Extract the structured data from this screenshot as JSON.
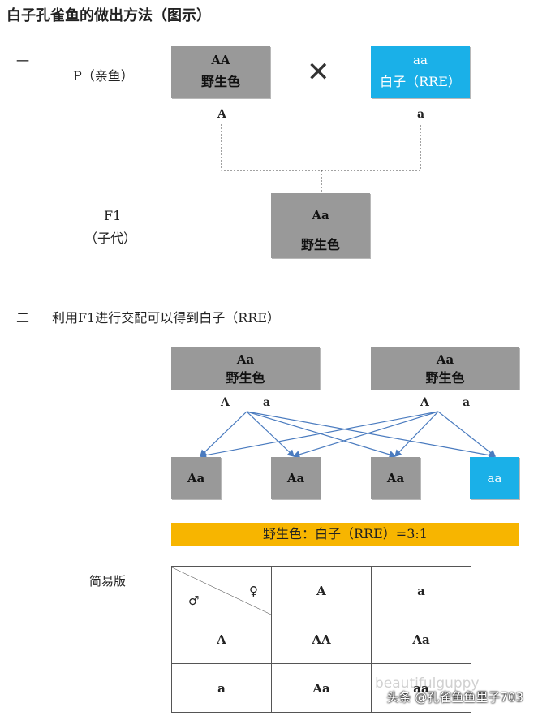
{
  "title": "白子孔雀鱼的做出方法（图示）",
  "section1": {
    "number": "一",
    "parent_label": "P（亲鱼）",
    "parent_left": {
      "genotype": "AA",
      "phenotype": "野生色"
    },
    "cross_symbol": "✕",
    "parent_right": {
      "genotype": "aa",
      "phenotype": "白子（RRE）"
    },
    "gamete_left": "A",
    "gamete_right": "a",
    "f1_label_line1": "F1",
    "f1_label_line2": "（子代）",
    "f1": {
      "genotype": "Aa",
      "phenotype": "野生色"
    }
  },
  "section2": {
    "number": "二",
    "heading": "利用F1进行交配可以得到白子（RRE）",
    "parent_left": {
      "genotype": "Aa",
      "phenotype": "野生色",
      "gamete1": "A",
      "gamete2": "a"
    },
    "parent_right": {
      "genotype": "Aa",
      "phenotype": "野生色",
      "gamete1": "A",
      "gamete2": "a"
    },
    "offspring": [
      "Aa",
      "Aa",
      "Aa",
      "aa"
    ],
    "ratio_banner": "野生色：白子（RRE）=3:1"
  },
  "simple": {
    "label": "简易版",
    "male_symbol": "♂",
    "female_symbol": "♀",
    "col_headers": [
      "A",
      "a"
    ],
    "rows": [
      {
        "header": "A",
        "cells": [
          "AA",
          "Aa"
        ]
      },
      {
        "header": "a",
        "cells": [
          "Aa",
          "aa"
        ]
      }
    ]
  },
  "watermark": {
    "text": "头条 @孔雀鱼鱼里子703",
    "text_en": "beautifulguppy"
  },
  "colors": {
    "gray_box": "#999999",
    "blue_box": "#1ab0e8",
    "banner": "#f7b500"
  }
}
